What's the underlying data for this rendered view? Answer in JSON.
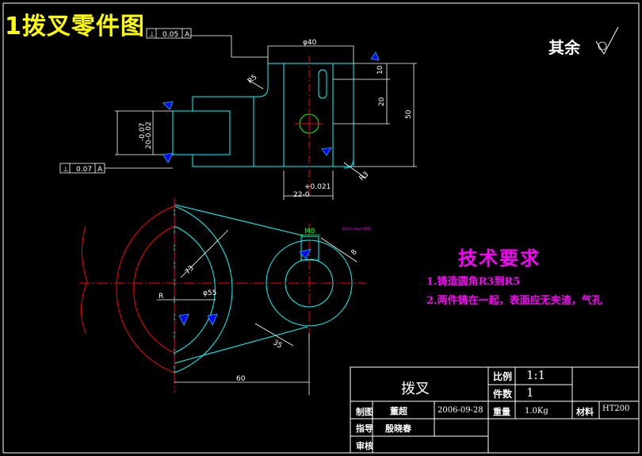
{
  "title": "1拨叉零件图",
  "roughness_label": "其余",
  "tech_requirements": {
    "title": "技术要求",
    "items": [
      "1.铸造圆角R3到R5",
      "2.两件铸在一起，表面应无夹渣，气孔"
    ]
  },
  "dimensions": {
    "phi40": "φ40",
    "r5_top": "R5",
    "d10": "10",
    "d20": "20",
    "d50": "50",
    "tol_neg": "-0.07",
    "tol_20": "20-0.02",
    "tol_plus": "+0.021",
    "d22": "22-0",
    "r3": "R3",
    "r73": "73",
    "phi55": "φ55",
    "r8": "8",
    "m8": "M8",
    "r35": "35",
    "d60": "60",
    "small_red": "R50.8 max 0.8M8"
  },
  "tolerance_frames": [
    {
      "symbol": "⊥",
      "value": "0.05",
      "datum": "A"
    },
    {
      "symbol": "⊥",
      "value": "0.07",
      "datum": "A"
    }
  ],
  "title_block": {
    "part_name": "拨叉",
    "scale_label": "比例",
    "scale_value": "1:1",
    "qty_label": "件数",
    "qty_value": "1",
    "drawn_label": "制图",
    "drawn_by": "董超",
    "date": "2006-09-28",
    "weight_label": "重量",
    "weight_value": "1.0Kg",
    "material_label": "材料",
    "material_value": "HT200",
    "guide_label": "指导",
    "guide_name": "殷晓春",
    "review_label": "审核"
  },
  "colors": {
    "background": "#000000",
    "part_outline": "#00ffff",
    "centerline": "#ff0000",
    "dimension": "#ffffff",
    "title": "#ffff00",
    "notes": "#ff00ff",
    "accent_green": "#00ff00",
    "symbol_blue": "#0000ff"
  }
}
